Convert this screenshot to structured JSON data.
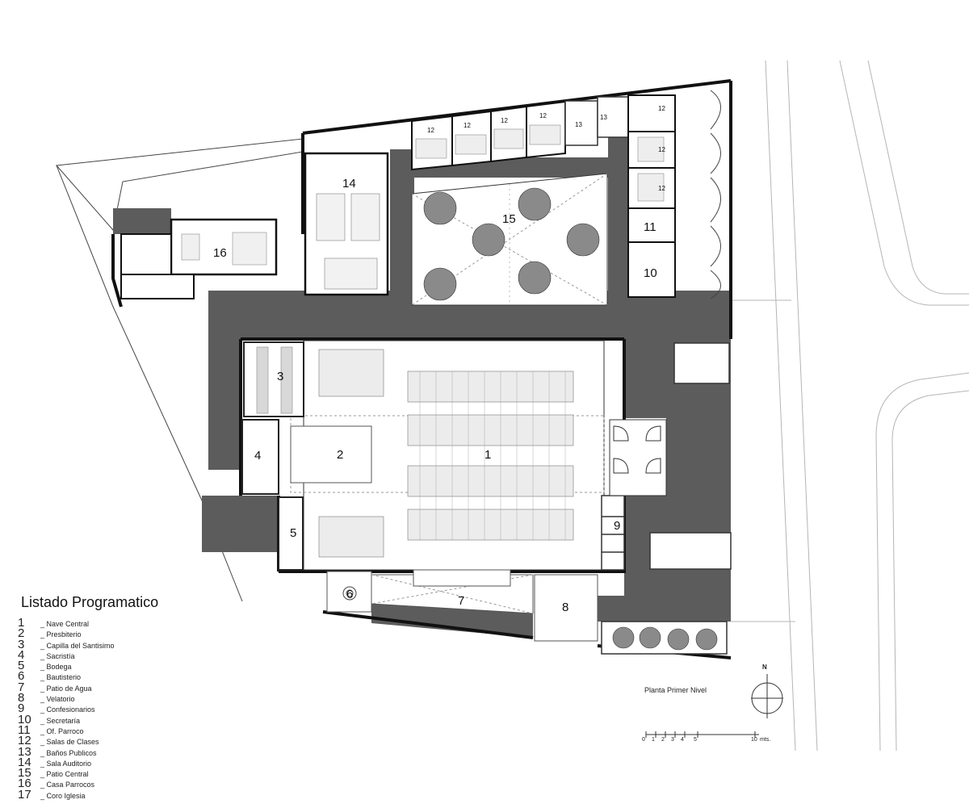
{
  "plan": {
    "title": "Planta Primer Nivel",
    "north": "N",
    "scale_ticks": [
      "0",
      "1",
      "2",
      "3",
      "4",
      "5",
      "10"
    ],
    "scale_unit": "mts."
  },
  "rooms": {
    "r1": "1",
    "r2": "2",
    "r3": "3",
    "r4": "4",
    "r5": "5",
    "r6": "6",
    "r7": "7",
    "r8": "8",
    "r9": "9",
    "r10": "10",
    "r11": "11",
    "r14": "14",
    "r15": "15",
    "r16": "16"
  },
  "classroom_tags": [
    "12",
    "12",
    "12",
    "12",
    "12",
    "12",
    "12"
  ],
  "restroom_tags": [
    "13",
    "13"
  ],
  "legend": {
    "title": "Listado Programatico",
    "items": [
      {
        "num": "1",
        "label": "Nave Central"
      },
      {
        "num": "2",
        "label": "Presbiterio"
      },
      {
        "num": "3",
        "label": "Capilla del Santisimo"
      },
      {
        "num": "4",
        "label": "Sacristía"
      },
      {
        "num": "5",
        "label": "Bodega"
      },
      {
        "num": "6",
        "label": "Bautisterio"
      },
      {
        "num": "7",
        "label": "Patio de Agua"
      },
      {
        "num": "8",
        "label": "Velatorio"
      },
      {
        "num": "9",
        "label": "Confesionarios"
      },
      {
        "num": "10",
        "label": "Secretaría"
      },
      {
        "num": "11",
        "label": "Of. Parroco"
      },
      {
        "num": "12",
        "label": "Salas de Clases"
      },
      {
        "num": "13",
        "label": "Baños Publicos"
      },
      {
        "num": "14",
        "label": "Sala Auditorio"
      },
      {
        "num": "15",
        "label": "Patio Central"
      },
      {
        "num": "16",
        "label": "Casa Parrocos"
      },
      {
        "num": "17",
        "label": "Coro Iglesia"
      }
    ]
  }
}
